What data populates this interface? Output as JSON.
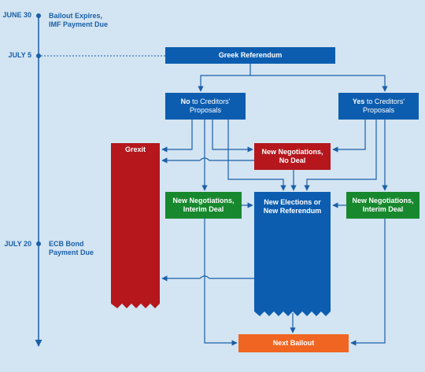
{
  "timeline": {
    "events": [
      {
        "date": "JUNE 30",
        "line1": "Bailout Expires,",
        "line2": "IMF Payment Due"
      },
      {
        "date": "JULY 5",
        "line1": "",
        "line2": ""
      },
      {
        "date": "JULY 20",
        "line1": "ECB Bond",
        "line2": "Payment Due"
      }
    ]
  },
  "nodes": {
    "referendum": {
      "label": "Greek Referendum"
    },
    "no_proposals": {
      "bold": "No",
      "rest": " to Creditors'",
      "line2": "Proposals"
    },
    "yes_proposals": {
      "bold": "Yes",
      "rest": " to Creditors'",
      "line2": "Proposals"
    },
    "grexit": {
      "label": "Grexit"
    },
    "new_neg_no_deal": {
      "line1": "New Negotiations,",
      "line2": "No Deal"
    },
    "new_neg_interim_left": {
      "line1": "New Negotiations,",
      "line2": "Interim Deal"
    },
    "new_elections": {
      "line1": "New Elections or",
      "line2": "New Referendum"
    },
    "new_neg_interim_right": {
      "line1": "New Negotiations,",
      "line2": "Interim Deal"
    },
    "next_bailout": {
      "label": "Next Bailout"
    }
  },
  "colors": {
    "background": "#d3e4f2",
    "blue": "#0c5db0",
    "red": "#b5171d",
    "green": "#17882d",
    "orange": "#f06521",
    "line": "#1a5fa8"
  }
}
